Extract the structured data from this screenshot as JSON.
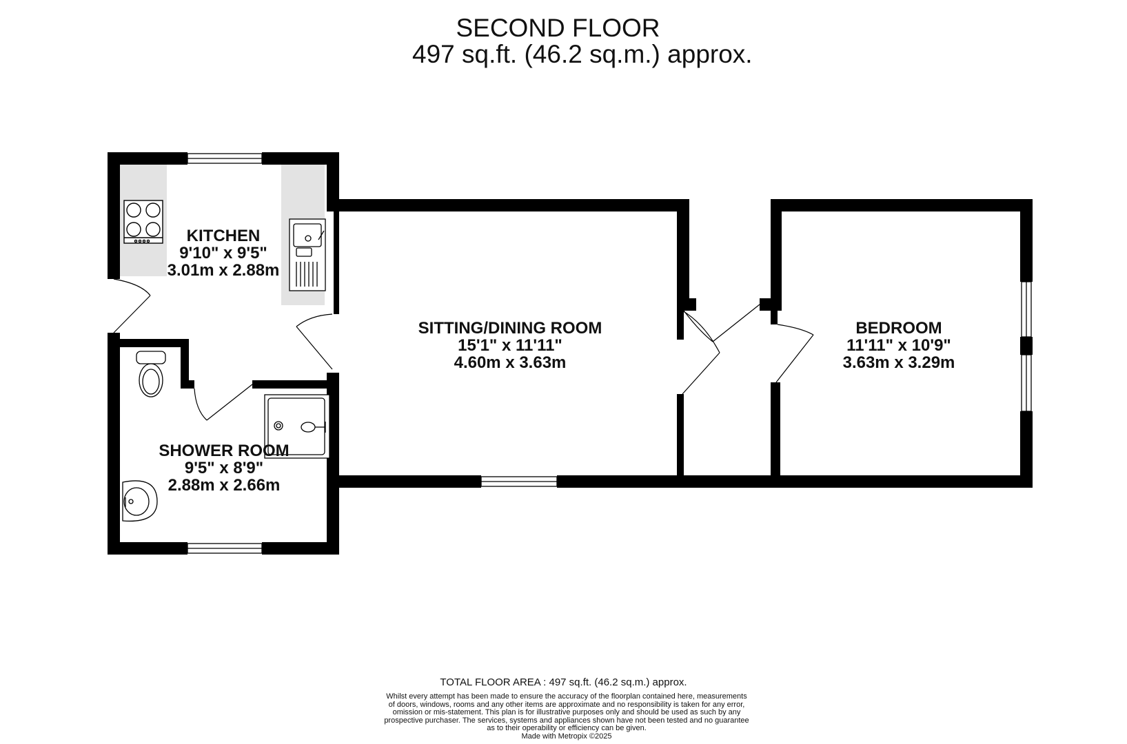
{
  "header": {
    "floor_name": "SECOND FLOOR",
    "floor_area": "497 sq.ft. (46.2 sq.m.) approx."
  },
  "rooms": [
    {
      "name": "KITCHEN",
      "imperial": "9'10\"  x 9'5\"",
      "metric": "3.01m  x 2.88m"
    },
    {
      "name": "SITTING/DINING ROOM",
      "imperial": "15'1\"  x 11'11\"",
      "metric": "4.60m  x 3.63m"
    },
    {
      "name": "BEDROOM",
      "imperial": "11'11\"  x 10'9\"",
      "metric": "3.63m  x 3.29m"
    },
    {
      "name": "SHOWER ROOM",
      "imperial": "9'5\"  x 8'9\"",
      "metric": "2.88m  x 2.66m"
    }
  ],
  "footer": {
    "total_area": "TOTAL FLOOR AREA : 497 sq.ft. (46.2 sq.m.) approx.",
    "disclaimer": [
      "Whilst every attempt has been made to ensure the accuracy of the floorplan contained here, measurements",
      "of doors, windows, rooms and any other items are approximate and no responsibility is taken for any error,",
      "omission or mis-statement. This plan is for illustrative purposes only and should be used as such by any",
      "prospective purchaser. The services, systems and appliances shown have not been tested and no guarantee",
      "as to their operability or efficiency can be given."
    ],
    "credit": "Made with Metropix ©2025"
  },
  "colors": {
    "wall": "#000000",
    "worktop": "#e3e3e3",
    "background": "#ffffff"
  }
}
